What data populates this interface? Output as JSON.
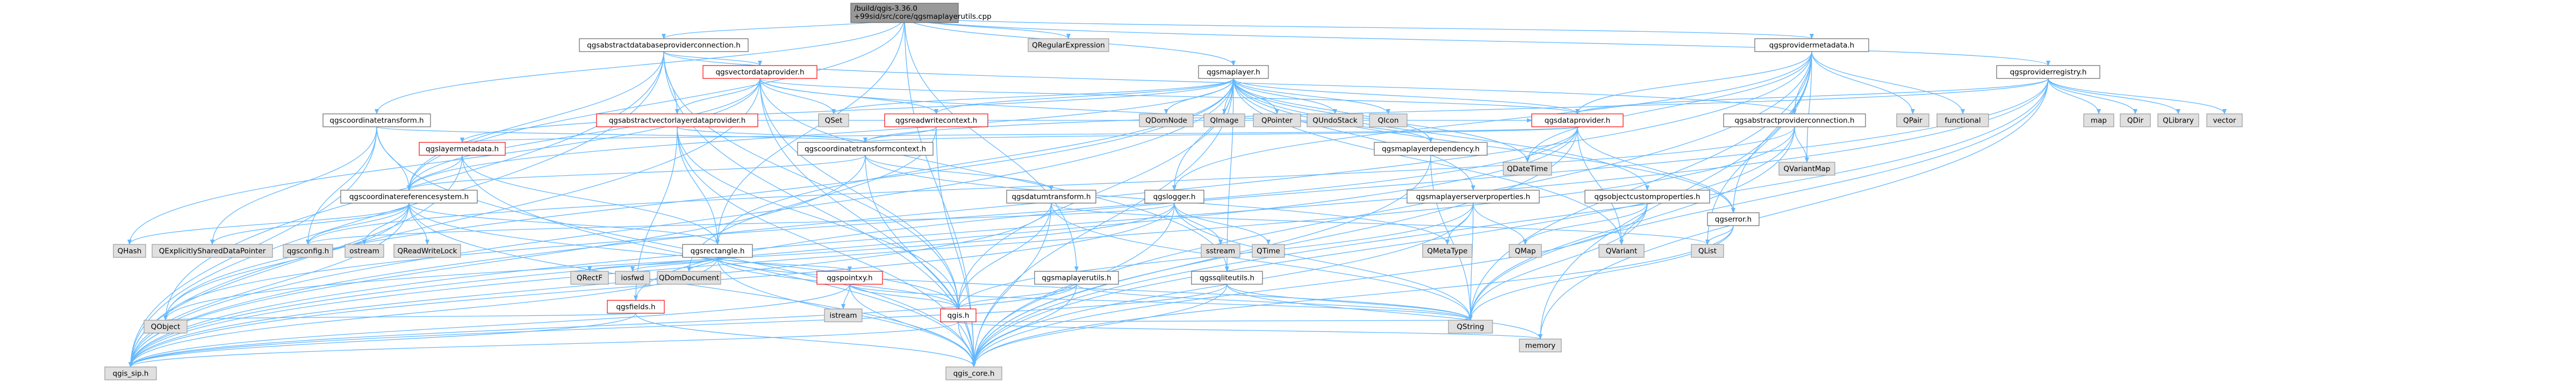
{
  "graph": {
    "colors": {
      "root_fill": "#999999",
      "root_border": "#666666",
      "doc_fill": "#ffffff",
      "doc_border": "#666666",
      "incomplete_border": "#ff0000",
      "external_fill": "#e0e0e0",
      "external_border": "#999999",
      "edge": "#63b8ff"
    },
    "nodes": [
      {
        "id": "root",
        "label": "/build/qgis-3.36.0+99sid/src/core/qgsmaplayerutils.cpp",
        "type": "root"
      },
      {
        "id": "qregexp",
        "label": "QRegularExpression",
        "type": "external"
      },
      {
        "id": "adbpc",
        "label": "qgsabstractdatabaseproviderconnection.h",
        "type": "doc"
      },
      {
        "id": "provmeta",
        "label": "qgsprovidermetadata.h",
        "type": "doc"
      },
      {
        "id": "provreg",
        "label": "qgsproviderregistry.h",
        "type": "doc"
      },
      {
        "id": "vdp",
        "label": "qgsvectordataprovider.h",
        "type": "incomplete"
      },
      {
        "id": "maplayer",
        "label": "qgsmaplayer.h",
        "type": "doc"
      },
      {
        "id": "coordxform",
        "label": "qgscoordinatetransform.h",
        "type": "doc"
      },
      {
        "id": "avldp",
        "label": "qgsabstractvectorlayerdataprovider.h",
        "type": "incomplete"
      },
      {
        "id": "qset",
        "label": "QSet",
        "type": "external"
      },
      {
        "id": "readerctx",
        "label": "qgsreadwritecontext.h",
        "type": "incomplete"
      },
      {
        "id": "qdomnode",
        "label": "QDomNode",
        "type": "external"
      },
      {
        "id": "qimage",
        "label": "QImage",
        "type": "external"
      },
      {
        "id": "qpointer",
        "label": "QPointer",
        "type": "external"
      },
      {
        "id": "qundostack",
        "label": "QUndoStack",
        "type": "external"
      },
      {
        "id": "qicon",
        "label": "QIcon",
        "type": "external"
      },
      {
        "id": "dataprov",
        "label": "qgsdataprovider.h",
        "type": "incomplete"
      },
      {
        "id": "abspc",
        "label": "qgsabstractproviderconnection.h",
        "type": "doc"
      },
      {
        "id": "qpair",
        "label": "QPair",
        "type": "external"
      },
      {
        "id": "functional",
        "label": "functional",
        "type": "external"
      },
      {
        "id": "map",
        "label": "map",
        "type": "external"
      },
      {
        "id": "qdir",
        "label": "QDir",
        "type": "external"
      },
      {
        "id": "qlibrary",
        "label": "QLibrary",
        "type": "external"
      },
      {
        "id": "vector",
        "label": "vector",
        "type": "external"
      },
      {
        "id": "laymeta",
        "label": "qgslayermetadata.h",
        "type": "incomplete"
      },
      {
        "id": "xformctx",
        "label": "qgscoordinatetransformcontext.h",
        "type": "doc"
      },
      {
        "id": "laydep",
        "label": "qgsmaplayerdependency.h",
        "type": "doc"
      },
      {
        "id": "qdatetime",
        "label": "QDateTime",
        "type": "external"
      },
      {
        "id": "qvariantmap",
        "label": "QVariantMap",
        "type": "external"
      },
      {
        "id": "crs",
        "label": "qgscoordinatereferencesystem.h",
        "type": "doc"
      },
      {
        "id": "datumxf",
        "label": "qgsdatumtransform.h",
        "type": "doc"
      },
      {
        "id": "logger",
        "label": "qgslogger.h",
        "type": "doc"
      },
      {
        "id": "srvprops",
        "label": "qgsmaplayerserverproperties.h",
        "type": "doc"
      },
      {
        "id": "objcustom",
        "label": "qgsobjectcustomproperties.h",
        "type": "doc"
      },
      {
        "id": "qgserror",
        "label": "qgserror.h",
        "type": "doc"
      },
      {
        "id": "qhash",
        "label": "QHash",
        "type": "external"
      },
      {
        "id": "qesdp",
        "label": "QExplicitlySharedDataPointer",
        "type": "external"
      },
      {
        "id": "qgsconfig",
        "label": "qgsconfig.h",
        "type": "external"
      },
      {
        "id": "ostream",
        "label": "ostream",
        "type": "external"
      },
      {
        "id": "qrwlock",
        "label": "QReadWriteLock",
        "type": "external"
      },
      {
        "id": "rect",
        "label": "qgsrectangle.h",
        "type": "doc"
      },
      {
        "id": "sstream",
        "label": "sstream",
        "type": "external"
      },
      {
        "id": "qtime",
        "label": "QTime",
        "type": "external"
      },
      {
        "id": "qmetatype",
        "label": "QMetaType",
        "type": "external"
      },
      {
        "id": "qmap",
        "label": "QMap",
        "type": "external"
      },
      {
        "id": "qvariant",
        "label": "QVariant",
        "type": "external"
      },
      {
        "id": "qlist",
        "label": "QList",
        "type": "external"
      },
      {
        "id": "qrectf",
        "label": "QRectF",
        "type": "external"
      },
      {
        "id": "iosfwd",
        "label": "iosfwd",
        "type": "external"
      },
      {
        "id": "qdomdoc",
        "label": "QDomDocument",
        "type": "external"
      },
      {
        "id": "pointxy",
        "label": "qgspointxy.h",
        "type": "incomplete"
      },
      {
        "id": "mlutils",
        "label": "qgsmaplayerutils.h",
        "type": "doc"
      },
      {
        "id": "sqlutils",
        "label": "qgssqliteutils.h",
        "type": "doc"
      },
      {
        "id": "qobject",
        "label": "QObject",
        "type": "external"
      },
      {
        "id": "fields",
        "label": "qgsfields.h",
        "type": "incomplete"
      },
      {
        "id": "istream",
        "label": "istream",
        "type": "external"
      },
      {
        "id": "qgish",
        "label": "qgis.h",
        "type": "incomplete"
      },
      {
        "id": "qstring",
        "label": "QString",
        "type": "external"
      },
      {
        "id": "memory",
        "label": "memory",
        "type": "external"
      },
      {
        "id": "qgissip",
        "label": "qgis_sip.h",
        "type": "external"
      },
      {
        "id": "qgiscore",
        "label": "qgis_core.h",
        "type": "external"
      }
    ],
    "edges": [
      [
        "root",
        "qregexp"
      ],
      [
        "root",
        "adbpc"
      ],
      [
        "root",
        "provmeta"
      ],
      [
        "root",
        "provreg"
      ],
      [
        "root",
        "maplayer"
      ],
      [
        "root",
        "coordxform"
      ],
      [
        "root",
        "crs"
      ],
      [
        "root",
        "rect"
      ],
      [
        "root",
        "mlutils"
      ],
      [
        "root",
        "qgiscore"
      ],
      [
        "adbpc",
        "abspc"
      ],
      [
        "adbpc",
        "vdp"
      ],
      [
        "adbpc",
        "avldp"
      ],
      [
        "adbpc",
        "crs"
      ],
      [
        "adbpc",
        "qgiscore"
      ],
      [
        "adbpc",
        "qgissip"
      ],
      [
        "adbpc",
        "qobject"
      ],
      [
        "adbpc",
        "qgish"
      ],
      [
        "provmeta",
        "dataprov"
      ],
      [
        "provmeta",
        "abspc"
      ],
      [
        "provmeta",
        "qpair"
      ],
      [
        "provmeta",
        "functional"
      ],
      [
        "provmeta",
        "qvariantmap"
      ],
      [
        "provmeta",
        "qdatetime"
      ],
      [
        "provmeta",
        "qgserror"
      ],
      [
        "provmeta",
        "qlist"
      ],
      [
        "provmeta",
        "qstring"
      ],
      [
        "provmeta",
        "memory"
      ],
      [
        "provmeta",
        "qgiscore"
      ],
      [
        "provmeta",
        "qgissip"
      ],
      [
        "provmeta",
        "logger"
      ],
      [
        "provreg",
        "map"
      ],
      [
        "provreg",
        "qdir"
      ],
      [
        "provreg",
        "qlibrary"
      ],
      [
        "provreg",
        "vector"
      ],
      [
        "provreg",
        "dataprov"
      ],
      [
        "provreg",
        "qstring"
      ],
      [
        "provreg",
        "memory"
      ],
      [
        "provreg",
        "qgiscore"
      ],
      [
        "provreg",
        "qgissip"
      ],
      [
        "provreg",
        "xformctx"
      ],
      [
        "provreg",
        "fields"
      ],
      [
        "vdp",
        "qset"
      ],
      [
        "vdp",
        "avldp"
      ],
      [
        "vdp",
        "dataprov"
      ],
      [
        "vdp",
        "readerctx"
      ],
      [
        "vdp",
        "crs"
      ],
      [
        "vdp",
        "qhash"
      ],
      [
        "vdp",
        "qgiscore"
      ],
      [
        "vdp",
        "qgissip"
      ],
      [
        "vdp",
        "qgish"
      ],
      [
        "vdp",
        "laydep"
      ],
      [
        "maplayer",
        "qset"
      ],
      [
        "maplayer",
        "readerctx"
      ],
      [
        "maplayer",
        "qdomnode"
      ],
      [
        "maplayer",
        "qimage"
      ],
      [
        "maplayer",
        "qpointer"
      ],
      [
        "maplayer",
        "qundostack"
      ],
      [
        "maplayer",
        "qicon"
      ],
      [
        "maplayer",
        "dataprov"
      ],
      [
        "maplayer",
        "laymeta"
      ],
      [
        "maplayer",
        "laydep"
      ],
      [
        "maplayer",
        "qdatetime"
      ],
      [
        "maplayer",
        "crs"
      ],
      [
        "maplayer",
        "rect"
      ],
      [
        "maplayer",
        "srvprops"
      ],
      [
        "maplayer",
        "objcustom"
      ],
      [
        "maplayer",
        "qgserror"
      ],
      [
        "maplayer",
        "logger"
      ],
      [
        "maplayer",
        "qvariant"
      ],
      [
        "maplayer",
        "qgish"
      ],
      [
        "maplayer",
        "qgiscore"
      ],
      [
        "maplayer",
        "qgissip"
      ],
      [
        "maplayer",
        "qobject"
      ],
      [
        "coordxform",
        "xformctx"
      ],
      [
        "coordxform",
        "crs"
      ],
      [
        "coordxform",
        "qgsconfig"
      ],
      [
        "coordxform",
        "qesdp"
      ],
      [
        "coordxform",
        "qgiscore"
      ],
      [
        "coordxform",
        "qgissip"
      ],
      [
        "avldp",
        "dataprov"
      ],
      [
        "avldp",
        "xformctx"
      ],
      [
        "avldp",
        "rect"
      ],
      [
        "avldp",
        "fields"
      ],
      [
        "avldp",
        "qgiscore"
      ],
      [
        "avldp",
        "qgish"
      ],
      [
        "readerctx",
        "xformctx"
      ],
      [
        "readerctx",
        "qgiscore"
      ],
      [
        "readerctx",
        "qdomdoc"
      ],
      [
        "dataprov",
        "laymeta"
      ],
      [
        "dataprov",
        "qdatetime"
      ],
      [
        "dataprov",
        "qgserror"
      ],
      [
        "dataprov",
        "qvariant"
      ],
      [
        "dataprov",
        "xformctx"
      ],
      [
        "dataprov",
        "qgiscore"
      ],
      [
        "dataprov",
        "qgissip"
      ],
      [
        "dataprov",
        "qobject"
      ],
      [
        "abspc",
        "qvariantmap"
      ],
      [
        "abspc",
        "qstring"
      ],
      [
        "abspc",
        "qgiscore"
      ],
      [
        "abspc",
        "qgissip"
      ],
      [
        "abspc",
        "qgsconfig"
      ],
      [
        "laymeta",
        "crs"
      ],
      [
        "laymeta",
        "qgiscore"
      ],
      [
        "laymeta",
        "qgissip"
      ],
      [
        "laymeta",
        "rect"
      ],
      [
        "xformctx",
        "crs"
      ],
      [
        "xformctx",
        "datumxf"
      ],
      [
        "xformctx",
        "qgiscore"
      ],
      [
        "xformctx",
        "qmetatype"
      ],
      [
        "xformctx",
        "qgissip"
      ],
      [
        "laydep",
        "qstring"
      ],
      [
        "laydep",
        "qgiscore"
      ],
      [
        "crs",
        "qhash"
      ],
      [
        "crs",
        "qesdp"
      ],
      [
        "crs",
        "qgsconfig"
      ],
      [
        "crs",
        "ostream"
      ],
      [
        "crs",
        "qrwlock"
      ],
      [
        "crs",
        "rect"
      ],
      [
        "crs",
        "qgis_core_dup"
      ],
      [
        "crs",
        "qgiscore"
      ],
      [
        "crs",
        "qgissip"
      ],
      [
        "crs",
        "qgish"
      ],
      [
        "crs",
        "qobject"
      ],
      [
        "datumxf",
        "qstring"
      ],
      [
        "datumxf",
        "qlist"
      ],
      [
        "datumxf",
        "qgiscore"
      ],
      [
        "datumxf",
        "qgissip"
      ],
      [
        "datumxf",
        "qgish"
      ],
      [
        "logger",
        "sstream"
      ],
      [
        "logger",
        "qtime"
      ],
      [
        "logger",
        "qstring"
      ],
      [
        "logger",
        "qgiscore"
      ],
      [
        "logger",
        "qgissip"
      ],
      [
        "logger",
        "qgsconfig"
      ],
      [
        "logger",
        "qobject"
      ],
      [
        "srvprops",
        "qmetatype"
      ],
      [
        "srvprops",
        "qmap"
      ],
      [
        "srvprops",
        "qstring"
      ],
      [
        "srvprops",
        "qgiscore"
      ],
      [
        "srvprops",
        "qgish"
      ],
      [
        "objcustom",
        "qvariant"
      ],
      [
        "objcustom",
        "qmap"
      ],
      [
        "objcustom",
        "qgiscore"
      ],
      [
        "objcustom",
        "qstring"
      ],
      [
        "qgserror",
        "qlist"
      ],
      [
        "qgserror",
        "qstring"
      ],
      [
        "qgserror",
        "qgiscore"
      ],
      [
        "rect",
        "qrectf"
      ],
      [
        "rect",
        "iosfwd"
      ],
      [
        "rect",
        "qdomdoc"
      ],
      [
        "rect",
        "qgiscore"
      ],
      [
        "rect",
        "qgissip"
      ],
      [
        "rect",
        "pointxy"
      ],
      [
        "rect",
        "qgish"
      ],
      [
        "rect",
        "qstring"
      ],
      [
        "pointxy",
        "istream"
      ],
      [
        "pointxy",
        "qgish"
      ],
      [
        "pointxy",
        "qgiscore"
      ],
      [
        "pointxy",
        "qgissip"
      ],
      [
        "pointxy",
        "qstring"
      ],
      [
        "mlutils",
        "qgiscore"
      ],
      [
        "mlutils",
        "qgissip"
      ],
      [
        "mlutils",
        "qgish"
      ],
      [
        "mlutils",
        "qstring"
      ],
      [
        "sqlutils",
        "qgiscore"
      ],
      [
        "sqlutils",
        "qgissip"
      ],
      [
        "sqlutils",
        "qstring"
      ],
      [
        "sqlutils",
        "memory"
      ],
      [
        "fields",
        "qgiscore"
      ],
      [
        "fields",
        "qgissip"
      ],
      [
        "fields",
        "qobject"
      ],
      [
        "qgish",
        "qgiscore"
      ],
      [
        "qgish",
        "qgissip"
      ],
      [
        "qgish",
        "qstring"
      ],
      [
        "qgish",
        "memory"
      ],
      [
        "vdp",
        "sqlutils"
      ],
      [
        "maplayer",
        "sqlutils"
      ]
    ]
  }
}
